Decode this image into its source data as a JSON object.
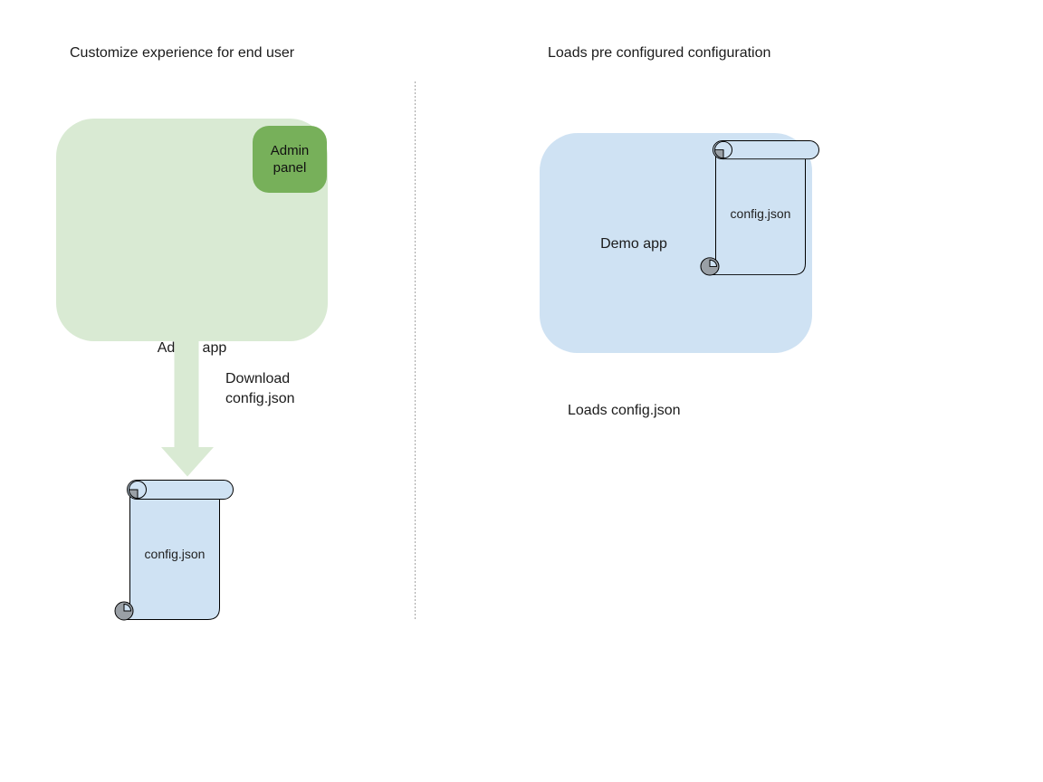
{
  "colors": {
    "admin_box_fill": "#d9ead3",
    "admin_badge_fill": "#77b05a",
    "blue_fill": "#cfe2f3",
    "curl_gray": "#9aa0a6",
    "outline": "#000000",
    "divider": "#a6a6a6",
    "text": "#1b1b1b"
  },
  "left_section": {
    "title": "Customize experience for end user",
    "admin_app_label": "Admin app",
    "admin_panel_label": "Admin panel",
    "arrow_label": "Download config.json",
    "scroll_label": "config.json"
  },
  "right_section": {
    "title": "Loads pre configured configuration",
    "demo_app_label": "Demo app",
    "scroll_label": "config.json",
    "caption": "Loads config.json"
  }
}
